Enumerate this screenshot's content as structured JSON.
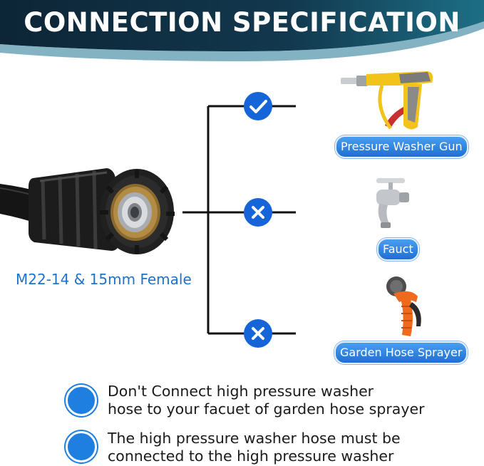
{
  "title": "CONNECTION SPECIFICATION",
  "hose": {
    "label": "M22-14 & 15mm Female",
    "icon": "hose-female-fitting"
  },
  "options": [
    {
      "label": "Pressure Washer Gun",
      "status": "check",
      "icon": "pressure-washer-gun"
    },
    {
      "label": "Fauct",
      "status": "cross",
      "icon": "faucet"
    },
    {
      "label": "Garden Hose Sprayer",
      "status": "cross",
      "icon": "garden-hose-sprayer"
    }
  ],
  "notes": [
    {
      "lines": [
        "Don't Connect high pressure washer",
        "hose to your facuet of garden hose sprayer"
      ]
    },
    {
      "lines": [
        "The high pressure washer hose must be",
        "connected to the high pressure washer"
      ]
    }
  ],
  "colors": {
    "header_dark": "#0e2a3f",
    "header_teal": "#1d6f86",
    "accent_blue": "#1f6fd3",
    "status_blue": "#1565d8"
  }
}
